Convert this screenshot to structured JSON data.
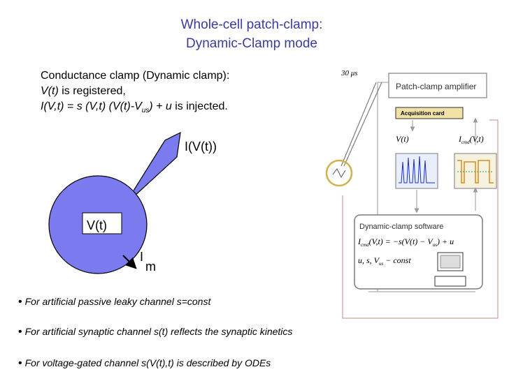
{
  "title": {
    "line1": "Whole-cell patch-clamp:",
    "line2": "Dynamic-Clamp mode"
  },
  "description": {
    "line1": "Conductance clamp (Dynamic clamp):",
    "line2_var": "V(t)",
    "line2_rest": " is registered,",
    "line3_eq": "I(V,t) = s (V,t) (V(t)-V",
    "line3_sub": "us",
    "line3_close": ") + u",
    "line3_rest": "  is injected."
  },
  "cell": {
    "voltage_label": "V(t)",
    "current_label": "I(V(t))",
    "membrane_label_main": "I",
    "membrane_label_sub": "m"
  },
  "setup": {
    "time_label": "30 μs",
    "amplifier_label": "Patch-clamp amplifier",
    "acquisition_label": "Acquisition card",
    "v_signal": "V(t)",
    "i_signal": "I",
    "i_signal_sub": "cmd",
    "i_signal_args": "(V,t)",
    "software_label": "Dynamic-clamp software",
    "eq_left": "I",
    "eq_left_sub": "cmd",
    "eq_right": "(V,t) = −s(V(t) − V",
    "eq_right_sub": "us",
    "eq_right_tail": ") + u",
    "const_line": "u, s, V",
    "const_sub": "us",
    "const_tail": " − const"
  },
  "bullets": [
    "For artificial passive leaky channel  s=const",
    "For artificial synaptic channel s(t) reflects the synaptic kinetics",
    "For voltage-gated channel s(V(t),t) is described by ODEs"
  ],
  "colors": {
    "title": "#3b3b9b",
    "cell_fill": "#7b7bef",
    "rack": "#9a9a9a",
    "pipette": "#d4b14a",
    "signal_trace": "#1a2ad0",
    "acq_fill": "#f2e2a8"
  }
}
